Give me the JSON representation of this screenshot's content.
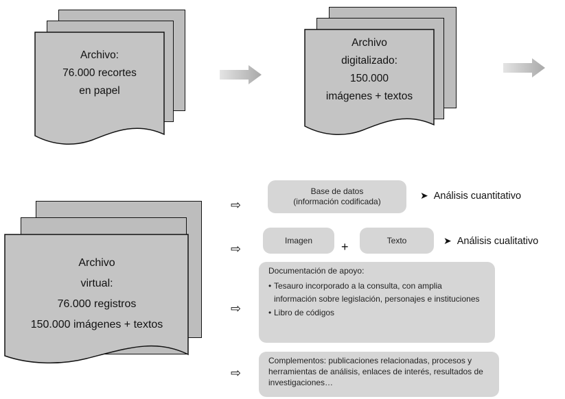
{
  "stacks": {
    "paper": {
      "lines": [
        "Archivo:",
        "76.000 recortes",
        "en papel"
      ]
    },
    "digital": {
      "lines": [
        "Archivo",
        "digitalizado:",
        "150.000",
        "imágenes + textos"
      ]
    },
    "virtual": {
      "lines": [
        "Archivo",
        "virtual:",
        "76.000 registros",
        "150.000 imágenes + textos"
      ]
    }
  },
  "row1": {
    "box": [
      "Base de datos",
      "(información codificada)"
    ],
    "analysis": "Análisis cuantitativo"
  },
  "row2": {
    "image_label": "Imagen",
    "plus": "+",
    "text_label": "Texto",
    "analysis": "Análisis cualitativo"
  },
  "row3": {
    "title": "Documentación de apoyo:",
    "items": [
      "Tesauro incorporado a la consulta, con amplia información sobre legislación, personajes e instituciones",
      "Libro de códigos"
    ]
  },
  "row4": {
    "text": "Complementos: publicaciones relacionadas, procesos y herramientas de análisis, enlaces de interés, resultados de investigaciones…"
  },
  "glyphs": {
    "double_arrow": "⇨",
    "triangle": "➤"
  },
  "colors": {
    "sheet": "#c4c4c4",
    "box": "#d6d6d6",
    "arrow": "#b5b5b5"
  }
}
